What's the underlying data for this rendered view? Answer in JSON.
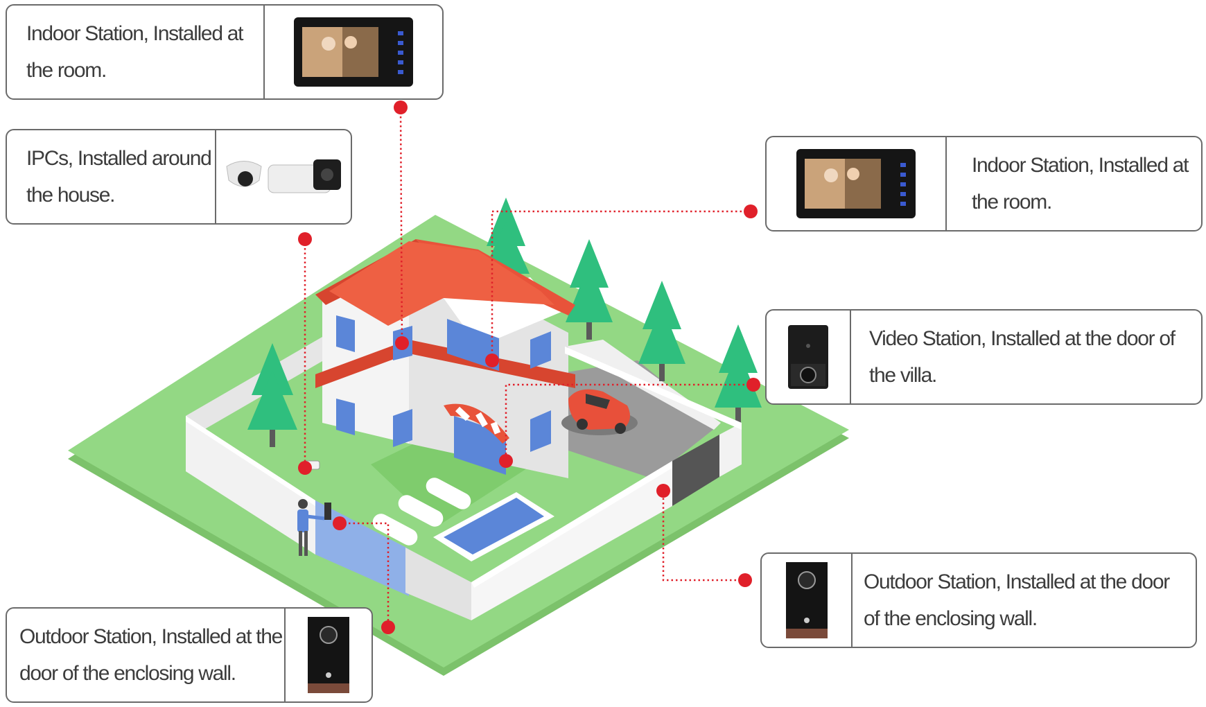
{
  "callouts": {
    "indoor_top_left": "Indoor Station, Installed at the room.",
    "ipc": "IPCs, Installed around the house.",
    "indoor_right": "Indoor Station, Installed at the room.",
    "video_station": "Video Station, Installed at the door of the villa.",
    "outdoor_right": "Outdoor Station, Installed at the door  of the enclosing wall.",
    "outdoor_bottom_left": "Outdoor Station, Installed at the door of the enclosing wall."
  },
  "colors": {
    "connector": "#e0202a",
    "lawn": "#8dd57c",
    "roof": "#e8533a",
    "wall": "#f2f2f2",
    "tree": "#2fbf7e",
    "window": "#5b86d8",
    "border": "#6a6a6a"
  },
  "icons": [
    "indoor-monitor-icon",
    "dome-camera-icon",
    "bullet-camera-icon",
    "video-doorbell-icon",
    "outdoor-panel-icon",
    "tree-icon",
    "car-icon",
    "person-icon"
  ]
}
